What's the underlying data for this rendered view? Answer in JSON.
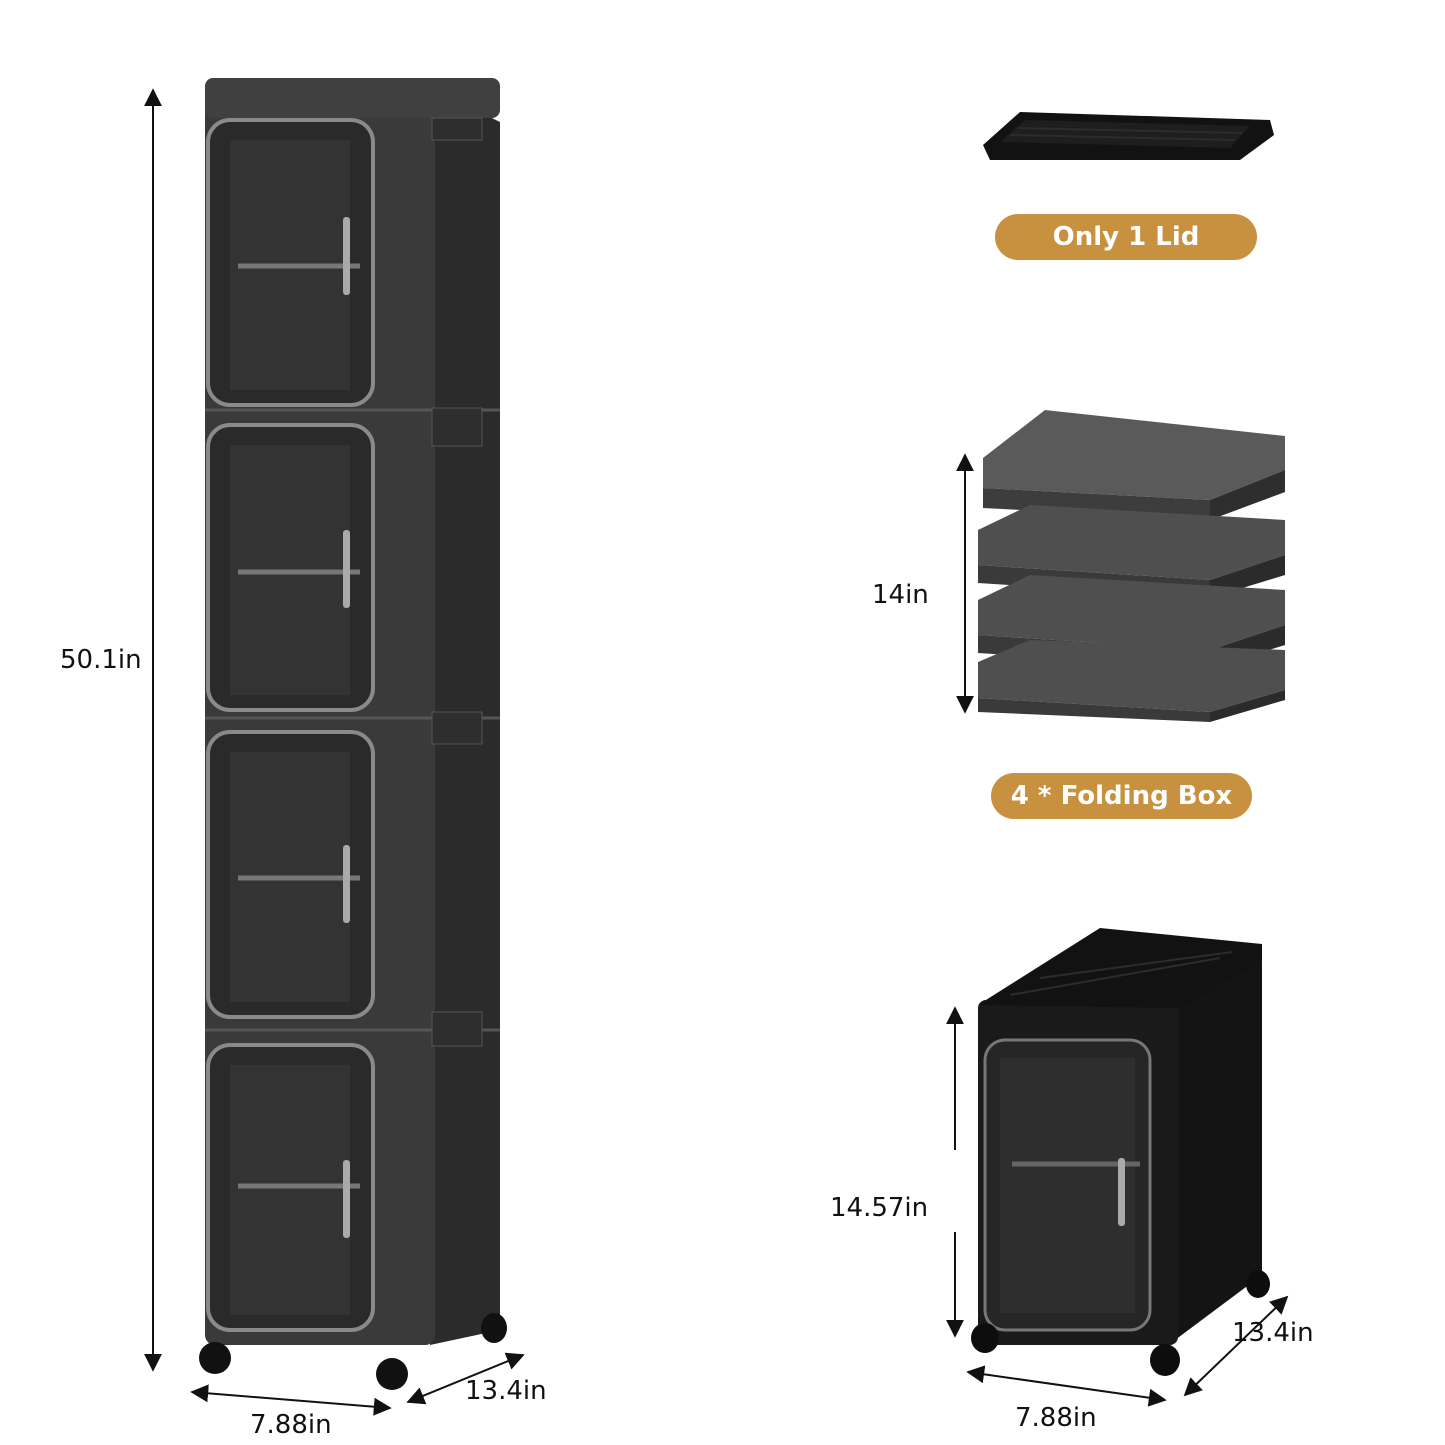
{
  "colors": {
    "badge": "#c8913f",
    "cabinet_body": "#3a3a3a",
    "cabinet_dark": "#1c1c1c",
    "frame": "#8a8a8a",
    "lid": "#121212"
  },
  "tower": {
    "height_label": "50.1in",
    "width_label": "7.88in",
    "depth_label": "13.4in",
    "tiers": 4
  },
  "lid_section": {
    "badge": "Only 1 Lid"
  },
  "folded_section": {
    "height_label": "14in",
    "badge": "4 * Folding Box",
    "boxes": 4
  },
  "single_unit": {
    "height_label": "14.57in",
    "width_label": "7.88in",
    "depth_label": "13.4in"
  }
}
